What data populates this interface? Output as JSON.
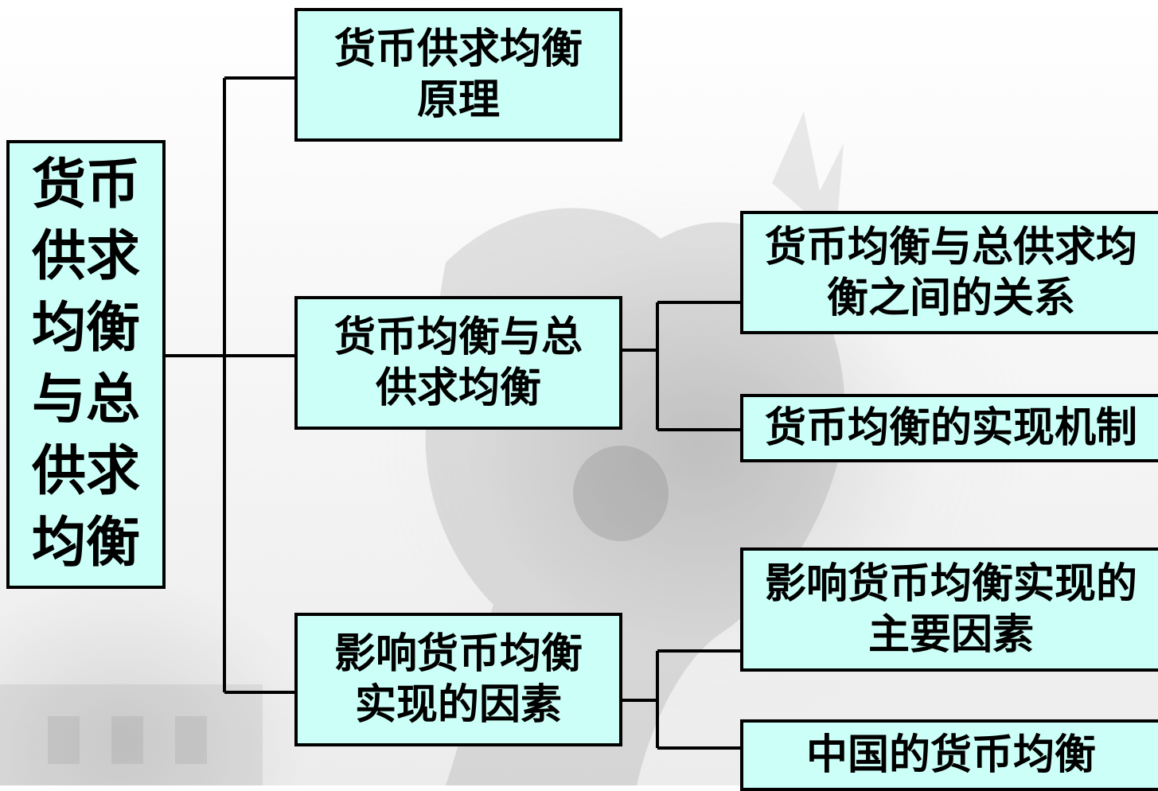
{
  "root": {
    "label": "货币供求均衡与总供求均衡"
  },
  "level1": [
    {
      "label": "货币供求均衡原理"
    },
    {
      "label": "货币均衡与总供求均衡"
    },
    {
      "label": "影响货币均衡实现的因素"
    }
  ],
  "level2": [
    {
      "label": "货币均衡与总供求均衡之间的关系"
    },
    {
      "label": "货币均衡的实现机制"
    },
    {
      "label": "影响货币均衡实现的主要因素"
    },
    {
      "label": "中国的货币均衡"
    }
  ],
  "colors": {
    "node_fill": "#ccfff7",
    "border": "#000000",
    "text": "#000000"
  }
}
